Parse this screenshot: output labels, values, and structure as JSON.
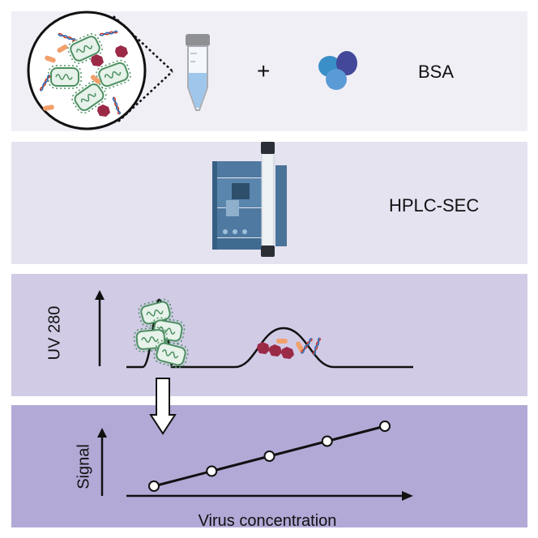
{
  "panel1": {
    "plus_sign": "+",
    "reagent_label": "BSA"
  },
  "panel2": {
    "instrument_label": "HPLC-SEC"
  },
  "panel3": {
    "y_axis_label": "UV 280"
  },
  "panel4": {
    "y_axis_label": "Signal",
    "x_axis_label": "Virus concentration"
  },
  "chart_data": {
    "type": "line",
    "xlabel": "Virus concentration",
    "ylabel": "Signal",
    "x": [
      1,
      2,
      3,
      4,
      5
    ],
    "series": [
      {
        "values": [
          1,
          2,
          3,
          4,
          5
        ]
      }
    ]
  },
  "colors": {
    "panel1_bg": "#f1eff6",
    "panel2_bg": "#e5e3f0",
    "panel3_bg": "#d1cbe6",
    "panel4_bg": "#b2a9d6",
    "virus_fill": "#e6f2ea",
    "virus_outline": "#4c8f61",
    "bsa_blue": "#3f6eb8",
    "instrument_blue": "#4f79a0"
  }
}
